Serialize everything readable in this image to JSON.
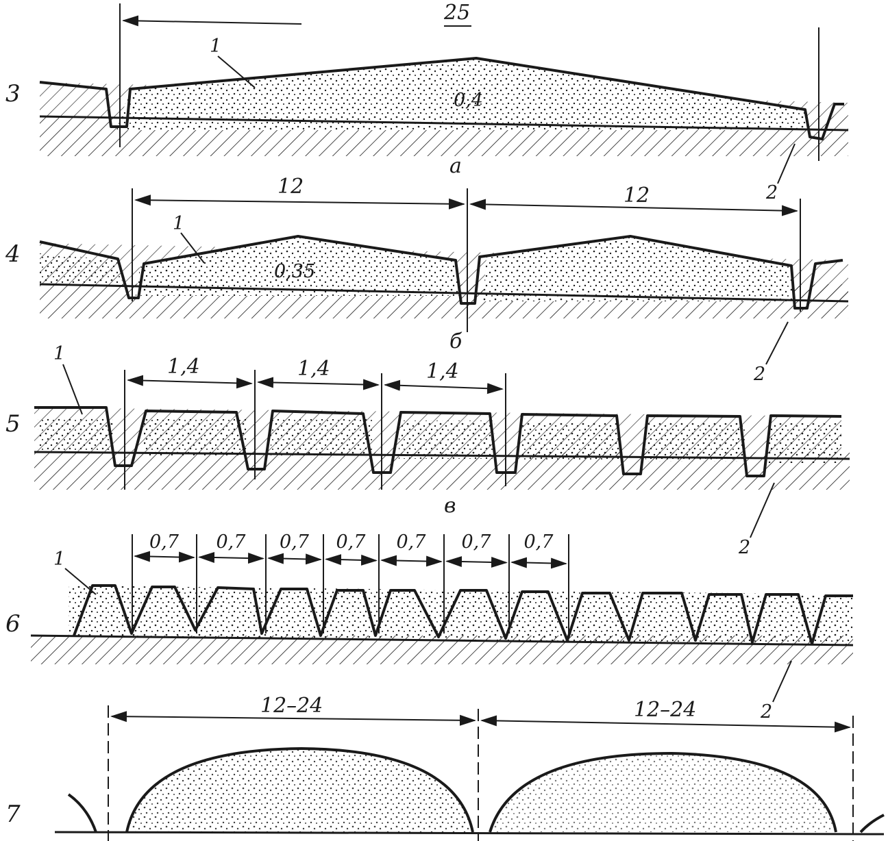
{
  "figure": {
    "panels": [
      {
        "row_label": "3",
        "sub_label": "a",
        "dimensions": [
          "25"
        ],
        "labels": {
          "layer": "1",
          "trench": "2",
          "thickness": "0,4"
        }
      },
      {
        "row_label": "4",
        "sub_label": "б",
        "dimensions": [
          "12",
          "12"
        ],
        "labels": {
          "layer": "1",
          "trench": "2",
          "thickness": "0,35"
        }
      },
      {
        "row_label": "5",
        "sub_label": "в",
        "dimensions": [
          "1,4",
          "1,4",
          "1,4"
        ],
        "labels": {
          "layer": "1",
          "trench": "2"
        }
      },
      {
        "row_label": "6",
        "sub_label": "",
        "dimensions": [
          "0,7",
          "0,7",
          "0,7",
          "0,7",
          "0,7",
          "0,7",
          "0,7"
        ],
        "labels": {
          "layer": "1",
          "trench": "2"
        }
      },
      {
        "row_label": "7",
        "sub_label": "",
        "dimensions": [
          "12–24",
          "12–24"
        ],
        "labels": {}
      }
    ]
  },
  "colors": {
    "ink": "#1a1a1a",
    "paper": "#ffffff"
  }
}
